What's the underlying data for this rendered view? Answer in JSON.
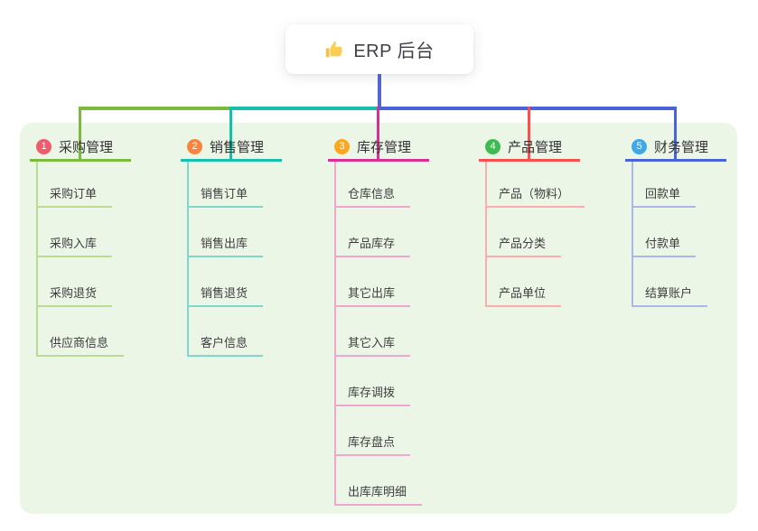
{
  "root": {
    "label": "ERP 后台",
    "icon": "thumbs-up-icon"
  },
  "canvas": {
    "panel_color": "#ECF6E7",
    "root_line_color": "#5566D4",
    "background_color": "#FFFFFF"
  },
  "branches": [
    {
      "num": "1",
      "label": "采购管理",
      "badge_color": "#F15B6C",
      "line_color": "#7CB93F",
      "child_line_color": "#B9DC92",
      "children": [
        "采购订单",
        "采购入库",
        "采购退货",
        "供应商信息"
      ]
    },
    {
      "num": "2",
      "label": "销售管理",
      "badge_color": "#F8853E",
      "line_color": "#17BFAD",
      "child_line_color": "#7FD6CC",
      "children": [
        "销售订单",
        "销售出库",
        "销售退货",
        "客户信息"
      ]
    },
    {
      "num": "3",
      "label": "库存管理",
      "badge_color": "#FAA71E",
      "line_color": "#DA2D95",
      "child_line_color": "#F1A6D0",
      "children": [
        "仓库信息",
        "产品库存",
        "其它出库",
        "其它入库",
        "库存调拨",
        "库存盘点",
        "出库库明细"
      ]
    },
    {
      "num": "4",
      "label": "产品管理",
      "badge_color": "#3FBC51",
      "line_color": "#F7504F",
      "child_line_color": "#FBADAB",
      "children": [
        "产品（物料）",
        "产品分类",
        "产品单位"
      ]
    },
    {
      "num": "5",
      "label": "财务管理",
      "badge_color": "#3EA9E9",
      "line_color": "#4A63D8",
      "child_line_color": "#AAB8E9",
      "children": [
        "回款单",
        "付款单",
        "结算账户"
      ]
    }
  ]
}
